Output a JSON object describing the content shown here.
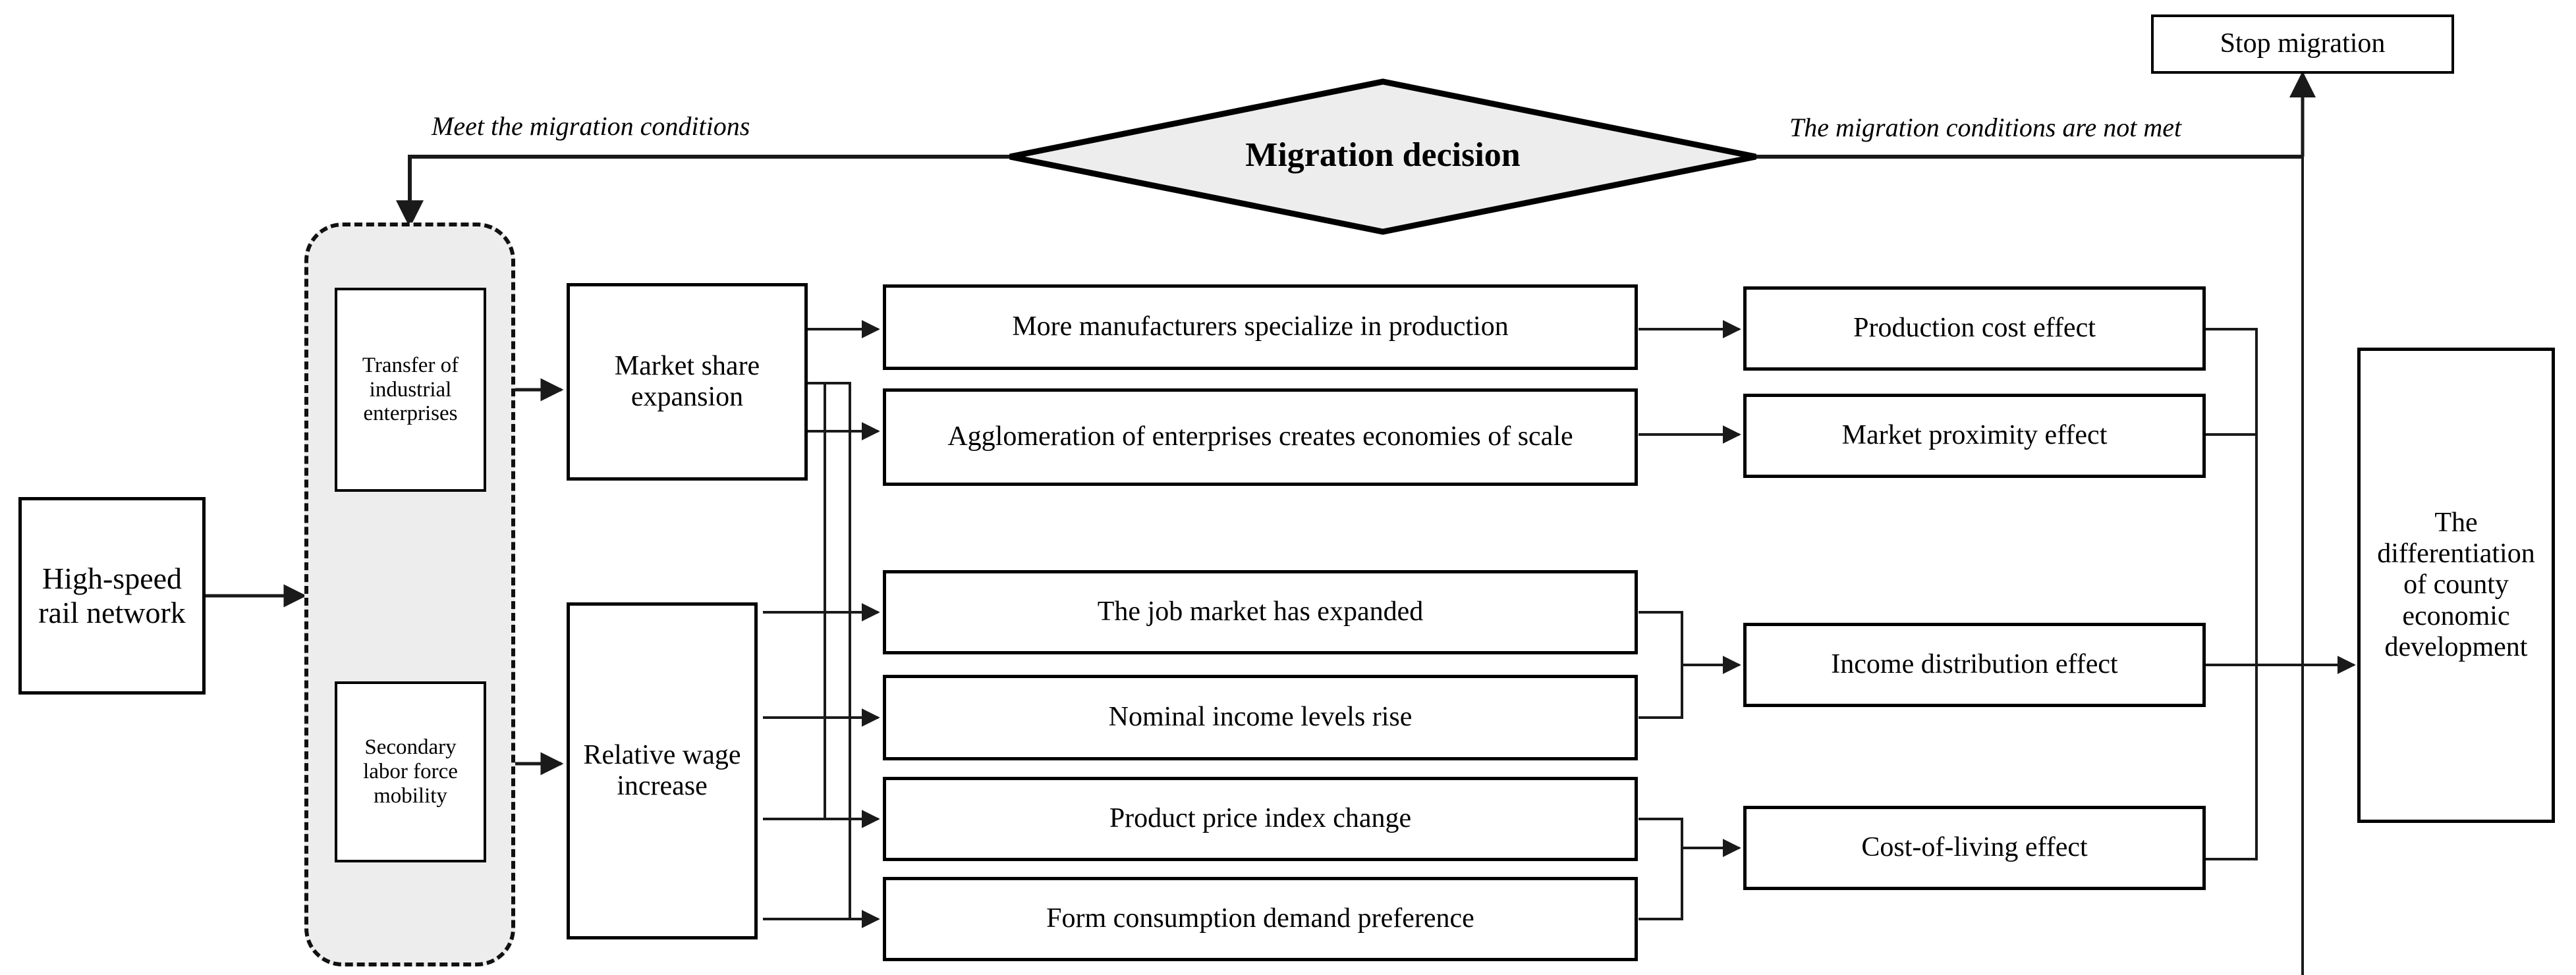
{
  "diagram": {
    "title": "High-speed rail network and county economic development mechanism flowchart",
    "colors": {
      "line": "#1a1a1a",
      "group_fill": "#ededed",
      "diamond_fill": "#ededed",
      "box_fill": "#ffffff",
      "text": "#000000"
    },
    "source": {
      "label": "High-speed rail network"
    },
    "decision": {
      "label": "Migration decision"
    },
    "terminal": {
      "label": "Stop migration"
    },
    "edge_labels": {
      "yes": "Meet the migration conditions",
      "no": "The migration conditions are not met"
    },
    "group": {
      "name": "migration-channels-group",
      "items": [
        {
          "label": "Transfer of industrial enterprises"
        },
        {
          "label": "Secondary labor force mobility"
        }
      ]
    },
    "mechanisms": [
      {
        "label": "Market share expansion"
      },
      {
        "label": "Relative wage increase"
      }
    ],
    "channels": [
      {
        "label": "More manufacturers specialize in production"
      },
      {
        "label": "Agglomeration of enterprises creates economies of scale"
      },
      {
        "label": "The job market has expanded"
      },
      {
        "label": "Nominal income levels rise"
      },
      {
        "label": "Product price index change"
      },
      {
        "label": "Form consumption demand preference"
      }
    ],
    "effects": [
      {
        "label": "Production cost effect"
      },
      {
        "label": "Market proximity effect"
      },
      {
        "label": "Income distribution effect"
      },
      {
        "label": "Cost-of-living effect"
      }
    ],
    "outcome": {
      "label": "The differentiation of county economic development"
    }
  }
}
